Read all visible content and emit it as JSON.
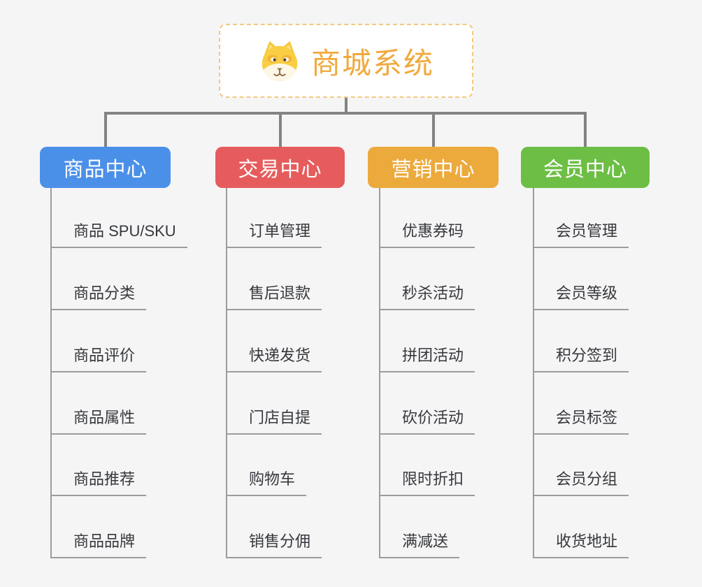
{
  "root": {
    "title": "商城系统",
    "title_color": "#f1a93d",
    "icon": "dog-face-icon"
  },
  "branches": [
    {
      "label": "商品中心",
      "color": "#4b90e8",
      "items": [
        "商品 SPU/SKU",
        "商品分类",
        "商品评价",
        "商品属性",
        "商品推荐",
        "商品品牌"
      ]
    },
    {
      "label": "交易中心",
      "color": "#e65c5c",
      "items": [
        "订单管理",
        "售后退款",
        "快递发货",
        "门店自提",
        "购物车",
        "销售分佣"
      ]
    },
    {
      "label": "营销中心",
      "color": "#ecaa3d",
      "items": [
        "优惠券码",
        "秒杀活动",
        "拼团活动",
        "砍价活动",
        "限时折扣",
        "满减送"
      ]
    },
    {
      "label": "会员中心",
      "color": "#6dbe45",
      "items": [
        "会员管理",
        "会员等级",
        "积分签到",
        "会员标签",
        "会员分组",
        "收货地址"
      ]
    }
  ]
}
